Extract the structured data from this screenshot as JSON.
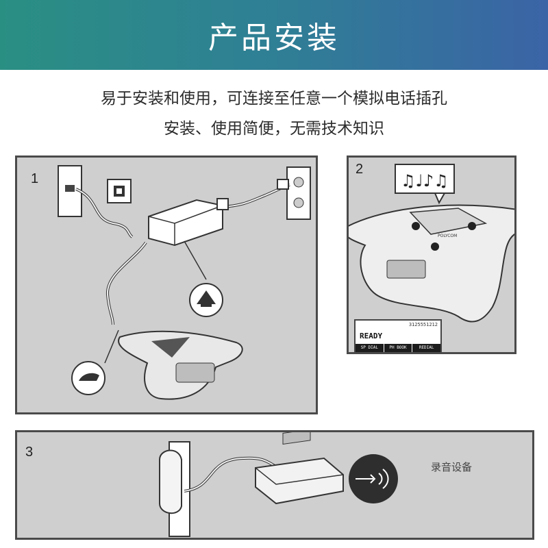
{
  "banner": {
    "title": "产品安装"
  },
  "intro": {
    "line1": "易于安装和使用，可连接至任意一个模拟电话插孔",
    "line2": "安装、使用简便，无需技术知识"
  },
  "panels": [
    {
      "number": "1"
    },
    {
      "number": "2",
      "screen": {
        "number": "3125551212",
        "status": "READY",
        "softkeys": [
          "SP DIAL",
          "PH BOOK",
          "REDIAL"
        ]
      },
      "brand": "POLYCOM"
    },
    {
      "number": "3",
      "device_label": "录音设备"
    }
  ],
  "colors": {
    "banner_start": "#2a8f83",
    "banner_end": "#3b64a6",
    "panel_bg": "#cfcfcf",
    "panel_border": "#4a4a4a"
  }
}
